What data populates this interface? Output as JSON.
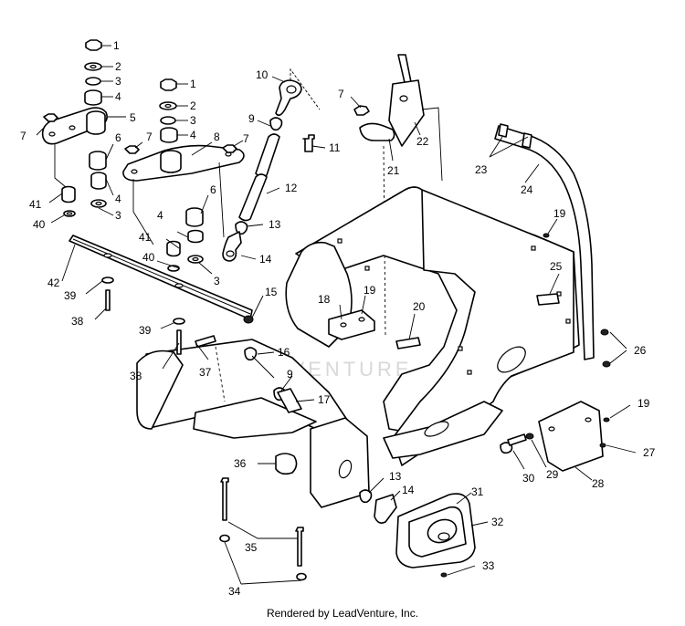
{
  "watermark": "LEADVENTURE",
  "footer": "Rendered by LeadVenture, Inc.",
  "callouts": {
    "c1a": "1",
    "c2a": "2",
    "c3a": "3",
    "c4a": "4",
    "c5": "5",
    "c7a": "7",
    "c6a": "6",
    "c4b": "4",
    "c3b": "3",
    "c41a": "41",
    "c40a": "40",
    "c1b": "1",
    "c2b": "2",
    "c3c": "3",
    "c4c": "4",
    "c7b": "7",
    "c8": "8",
    "c7c": "7",
    "c6b": "6",
    "c4d": "4",
    "c41b": "41",
    "c40b": "40",
    "c3d": "3",
    "c10": "10",
    "c9a": "9",
    "c11": "11",
    "c12": "12",
    "c13a": "13",
    "c14a": "14",
    "c7d": "7",
    "c22": "22",
    "c21": "21",
    "c23": "23",
    "c24": "24",
    "c19a": "19",
    "c25": "25",
    "c26": "26",
    "c42": "42",
    "c39a": "39",
    "c38a": "38",
    "c15": "15",
    "c18": "18",
    "c19b": "19",
    "c20": "20",
    "c39b": "39",
    "c38b": "38",
    "c37": "37",
    "c16": "16",
    "c9b": "9",
    "c17": "17",
    "c36": "36",
    "c13b": "13",
    "c14b": "14",
    "c31": "31",
    "c32": "32",
    "c33": "33",
    "c35": "35",
    "c34": "34",
    "c19c": "19",
    "c27": "27",
    "c30": "30",
    "c29": "29",
    "c28": "28"
  }
}
